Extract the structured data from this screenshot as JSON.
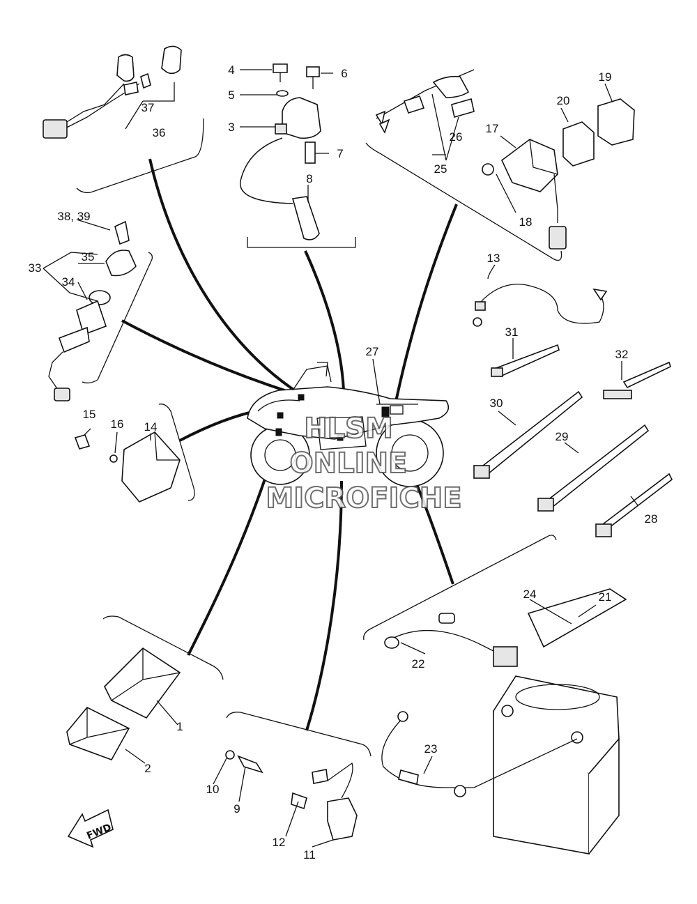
{
  "diagram": {
    "callouts": [
      {
        "id": "1",
        "text": "1"
      },
      {
        "id": "2",
        "text": "2"
      },
      {
        "id": "3",
        "text": "3"
      },
      {
        "id": "4",
        "text": "4"
      },
      {
        "id": "5",
        "text": "5"
      },
      {
        "id": "6",
        "text": "6"
      },
      {
        "id": "7",
        "text": "7"
      },
      {
        "id": "8",
        "text": "8"
      },
      {
        "id": "9",
        "text": "9"
      },
      {
        "id": "10",
        "text": "10"
      },
      {
        "id": "11",
        "text": "11"
      },
      {
        "id": "12",
        "text": "12"
      },
      {
        "id": "13",
        "text": "13"
      },
      {
        "id": "14",
        "text": "14"
      },
      {
        "id": "15",
        "text": "15"
      },
      {
        "id": "16",
        "text": "16"
      },
      {
        "id": "17",
        "text": "17"
      },
      {
        "id": "18",
        "text": "18"
      },
      {
        "id": "19",
        "text": "19"
      },
      {
        "id": "20",
        "text": "20"
      },
      {
        "id": "21",
        "text": "21"
      },
      {
        "id": "22",
        "text": "22"
      },
      {
        "id": "23",
        "text": "23"
      },
      {
        "id": "24",
        "text": "24"
      },
      {
        "id": "25",
        "text": "25"
      },
      {
        "id": "26",
        "text": "26"
      },
      {
        "id": "27",
        "text": "27"
      },
      {
        "id": "28",
        "text": "28"
      },
      {
        "id": "29",
        "text": "29"
      },
      {
        "id": "30",
        "text": "30"
      },
      {
        "id": "31",
        "text": "31"
      },
      {
        "id": "32",
        "text": "32"
      },
      {
        "id": "33",
        "text": "33"
      },
      {
        "id": "34",
        "text": "34"
      },
      {
        "id": "35",
        "text": "35"
      },
      {
        "id": "36",
        "text": "36"
      },
      {
        "id": "37",
        "text": "37"
      },
      {
        "id": "38_39",
        "text": "38, 39"
      }
    ],
    "watermark": {
      "line1": "HLSM",
      "line2": "ONLINE",
      "line3": "MICROFICHE"
    },
    "fwd_label": "FWD"
  }
}
